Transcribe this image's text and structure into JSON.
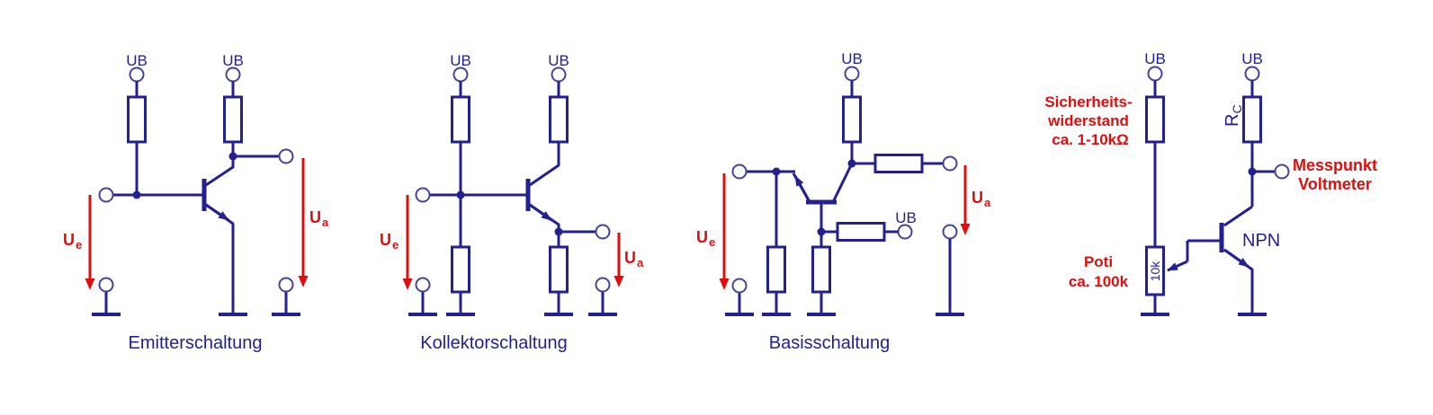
{
  "colors": {
    "circuit_navy": "#22218F",
    "annotation_red": "#E00D0D",
    "terminal_outline": "#44449A",
    "background": "#FFFFFF"
  },
  "emitter_circuit": {
    "title": "Emitterschaltung",
    "ub_left": "UB",
    "ub_right": "UB",
    "input": {
      "symbol": "U",
      "subscript": "e"
    },
    "output": {
      "symbol": "U",
      "subscript": "a"
    }
  },
  "collector_circuit": {
    "title": "Kollektorschaltung",
    "ub_left": "UB",
    "ub_right": "UB",
    "input": {
      "symbol": "U",
      "subscript": "e"
    },
    "output": {
      "symbol": "U",
      "subscript": "a"
    }
  },
  "base_circuit": {
    "title": "Basisschaltung",
    "ub_top": "UB",
    "ub_base": "UB",
    "input": {
      "symbol": "U",
      "subscript": "e"
    },
    "output": {
      "symbol": "U",
      "subscript": "a"
    }
  },
  "test_circuit": {
    "ub_left": "UB",
    "ub_right": "UB",
    "collector_resistor": {
      "symbol": "R",
      "subscript": "C"
    },
    "poti_value": "10k",
    "transistor_type": "NPN",
    "safety_resistor_note": {
      "line1": "Sicherheits-",
      "line2": "widerstand",
      "line3": "ca. 1-10kΩ"
    },
    "poti_note": {
      "line1": "Poti",
      "line2": "ca. 100k"
    },
    "measure_note": {
      "line1": "Messpunkt",
      "line2": "Voltmeter"
    }
  }
}
